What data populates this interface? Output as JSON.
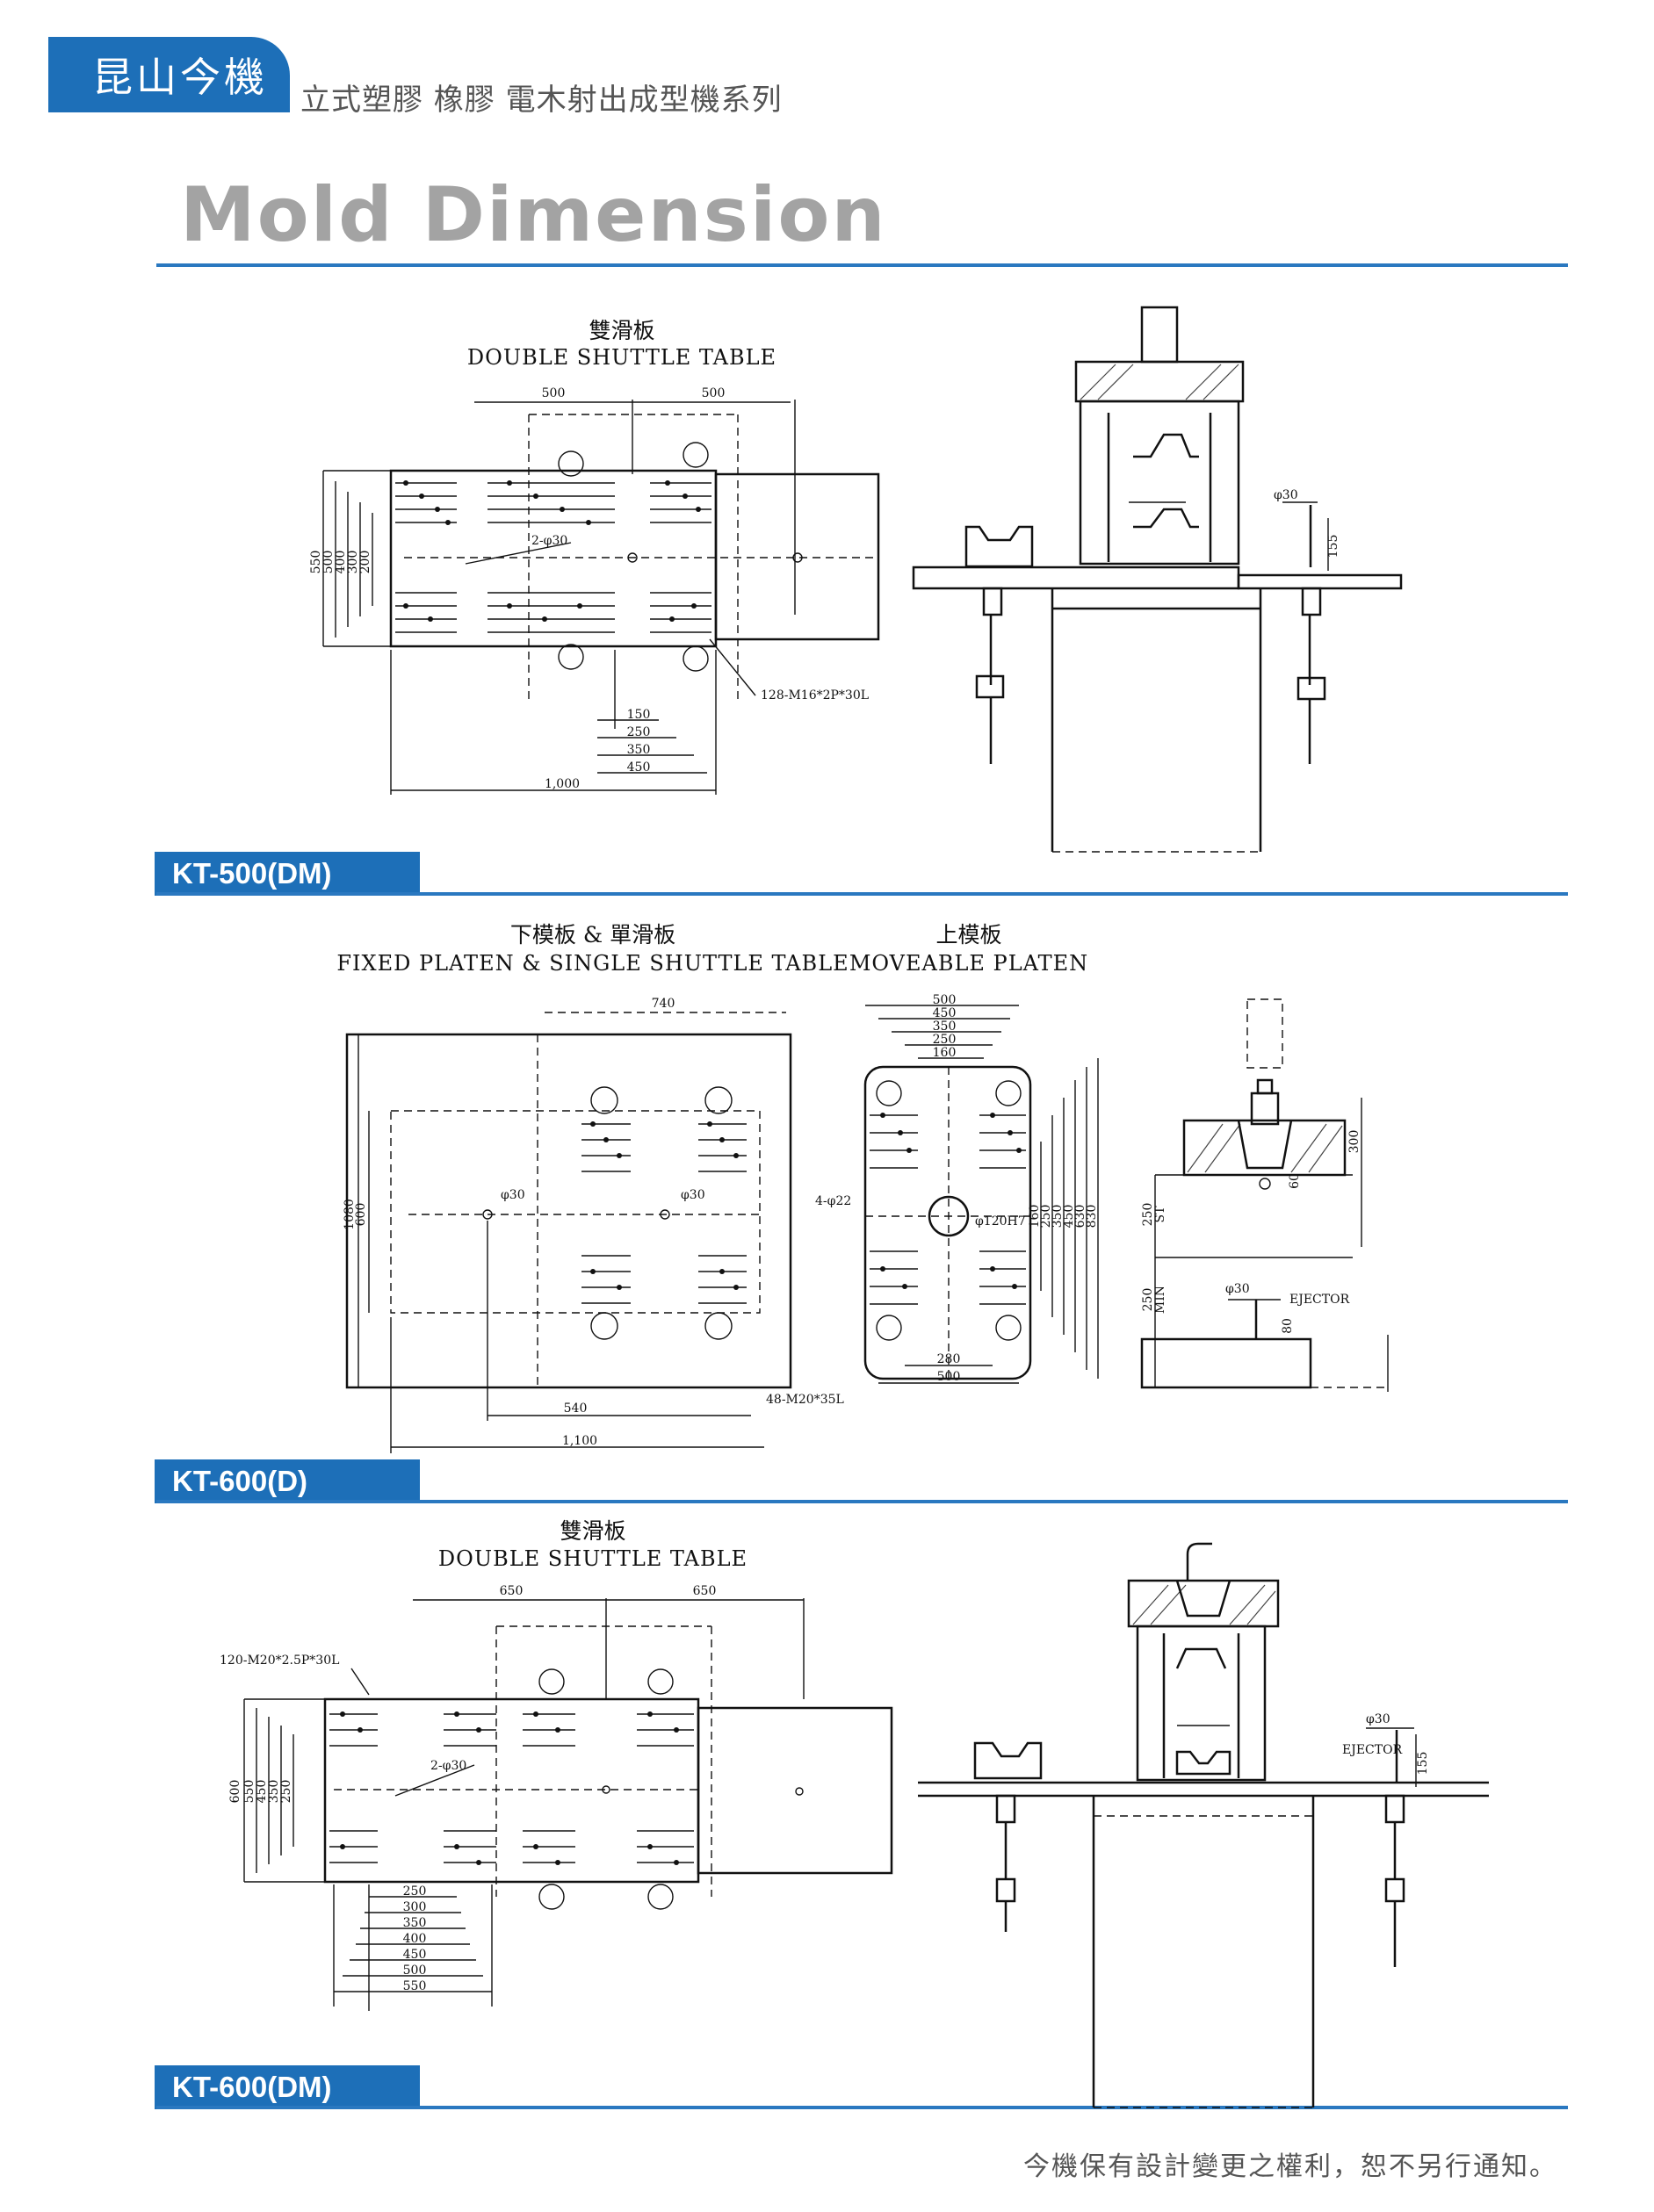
{
  "header": {
    "brand": "昆山今機",
    "series": "立式塑膠 橡膠 電木射出成型機系列",
    "brand_color": "#1d6fb8"
  },
  "page_title": "Mold Dimension",
  "sections": [
    {
      "model": "KT-500(DM)",
      "title_cn": "雙滑板",
      "title_en": "DOUBLE SHUTTLE TABLE",
      "dims": {
        "top_left": "500",
        "top_right": "500",
        "v_outer": "550",
        "v2": "500",
        "v3": "400",
        "v4": "300",
        "v5": "200",
        "holes": "2-φ30",
        "thread": "128-M16*2P*30L",
        "b1": "150",
        "b2": "250",
        "b3": "350",
        "b4": "450",
        "width": "1,000",
        "ejector_dia": "φ30",
        "ejector_h": "155"
      }
    },
    {
      "model": "KT-600(D)",
      "title_left_cn": "下模板 & 單滑板",
      "title_left_en": "FIXED PLATEN & SINGLE SHUTTLE TABLE",
      "title_right_cn": "上模板",
      "title_right_en": "MOVEABLE PLATEN",
      "dims": {
        "top": "740",
        "v_outer": "1080",
        "v_inner": "600",
        "hole_a": "φ30",
        "hole_b": "φ30",
        "b1": "540",
        "width": "1,100",
        "thread": "48-M20*35L",
        "m_top1": "500",
        "m_top2": "450",
        "m_top3": "350",
        "m_top4": "250",
        "m_top5": "160",
        "m_holes": "4-φ22",
        "m_center": "φ120H7",
        "m_v1": "160",
        "m_v2": "250",
        "m_v3": "350",
        "m_v4": "450",
        "m_v5": "630",
        "m_v6": "830",
        "m_b1": "280",
        "m_b2": "500",
        "st_label": "250",
        "st": "ST",
        "min_label": "250",
        "min": "MIN",
        "ej_dia": "φ30",
        "ej_label": "EJECTOR",
        "ej_h": "80",
        "h_300": "300",
        "h_60": "60"
      }
    },
    {
      "model": "KT-600(DM)",
      "title_cn": "雙滑板",
      "title_en": "DOUBLE SHUTTLE TABLE",
      "dims": {
        "top_left": "650",
        "top_right": "650",
        "thread": "120-M20*2.5P*30L",
        "v_outer": "600",
        "v2": "550",
        "v3": "450",
        "v4": "350",
        "v5": "250",
        "holes": "2-φ30",
        "b1": "250",
        "b2": "300",
        "b3": "350",
        "b4": "400",
        "b5": "450",
        "b6": "500",
        "b7": "550",
        "ej_dia": "φ30",
        "ej_label": "EJECTOR",
        "ej_h": "155"
      }
    }
  ],
  "footer": "今機保有設計變更之權利，恕不另行通知。"
}
